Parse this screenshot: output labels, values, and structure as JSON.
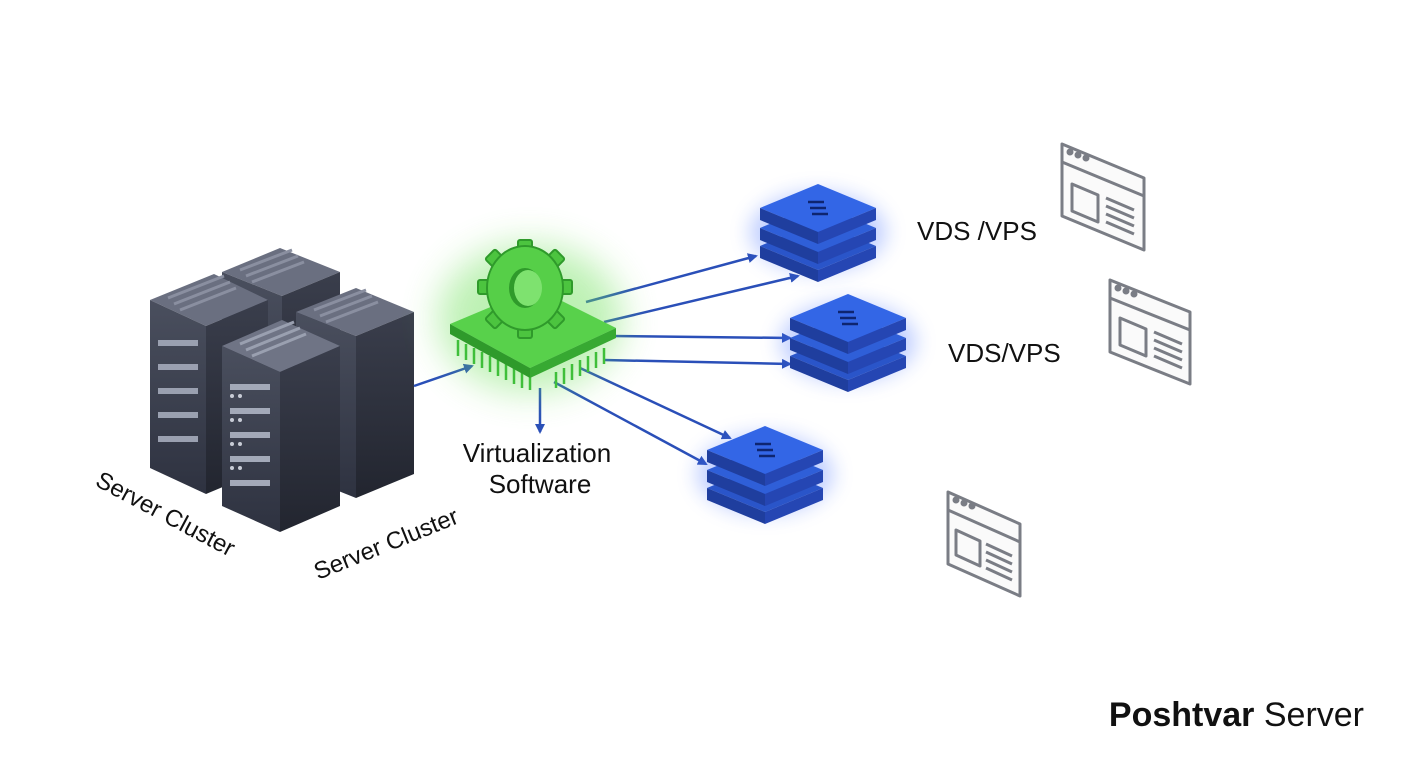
{
  "labels": {
    "server_cluster_left": "Server Cluster",
    "server_cluster_right": "Server Cluster",
    "virtualization_line1": "Virtualization",
    "virtualization_line2": "Software",
    "vds_top": "VDS /VPS",
    "vds_middle": "VDS/VPS"
  },
  "brand": {
    "strong": "Poshtvar",
    "light": "Server"
  },
  "colors": {
    "server_dark": "#3b3f4d",
    "server_mid": "#555a6a",
    "chip_green": "#3fbf3a",
    "vm_blue": "#2f5fd8",
    "arrow_blue": "#2a4fb8",
    "window_gray": "#7a7d85"
  },
  "icons": {
    "virtualization": "gear-chip-icon",
    "vm": "stacked-layers-icon",
    "app": "browser-window-icon",
    "hardware": "server-rack-icon"
  }
}
